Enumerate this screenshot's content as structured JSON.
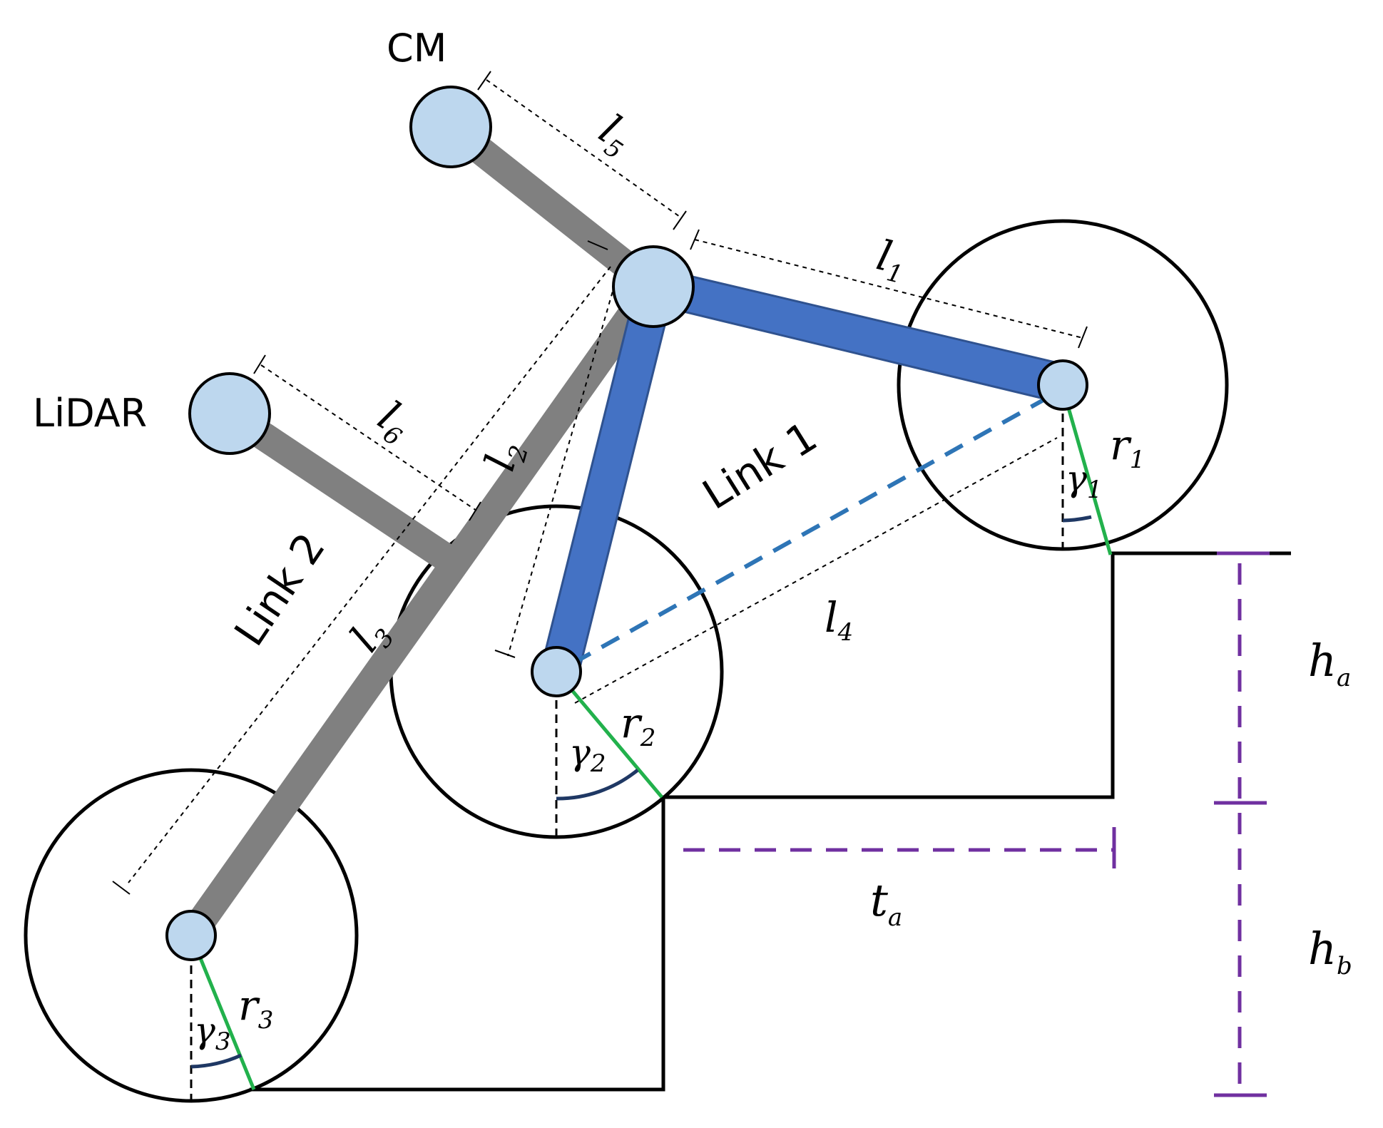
{
  "labels": {
    "cm": "CM",
    "lidar": "LiDAR",
    "link1": "Link 1",
    "link2": "Link 2"
  },
  "symbols": {
    "l1": {
      "base": "l",
      "sub": "1"
    },
    "l2": {
      "base": "l",
      "sub": "2"
    },
    "l3": {
      "base": "l",
      "sub": "3"
    },
    "l4": {
      "base": "l",
      "sub": "4"
    },
    "l5": {
      "base": "l",
      "sub": "5"
    },
    "l6": {
      "base": "l",
      "sub": "6"
    },
    "r1": {
      "base": "r",
      "sub": "1"
    },
    "r2": {
      "base": "r",
      "sub": "2"
    },
    "r3": {
      "base": "r",
      "sub": "3"
    },
    "g1": {
      "base": "γ",
      "sub": "1"
    },
    "g2": {
      "base": "γ",
      "sub": "2"
    },
    "g3": {
      "base": "γ",
      "sub": "3"
    },
    "ha": {
      "base": "h",
      "sub": "a"
    },
    "hb": {
      "base": "h",
      "sub": "b"
    },
    "ta": {
      "base": "t",
      "sub": "a"
    }
  },
  "colors": {
    "link1": "#4472c4",
    "link2": "#808080",
    "joint_fill": "#bdd7ee",
    "radius": "#22b14c",
    "angle_arc": "#1f3864",
    "dim_purple": "#7030a0",
    "l4_dash": "#2e75b6"
  }
}
